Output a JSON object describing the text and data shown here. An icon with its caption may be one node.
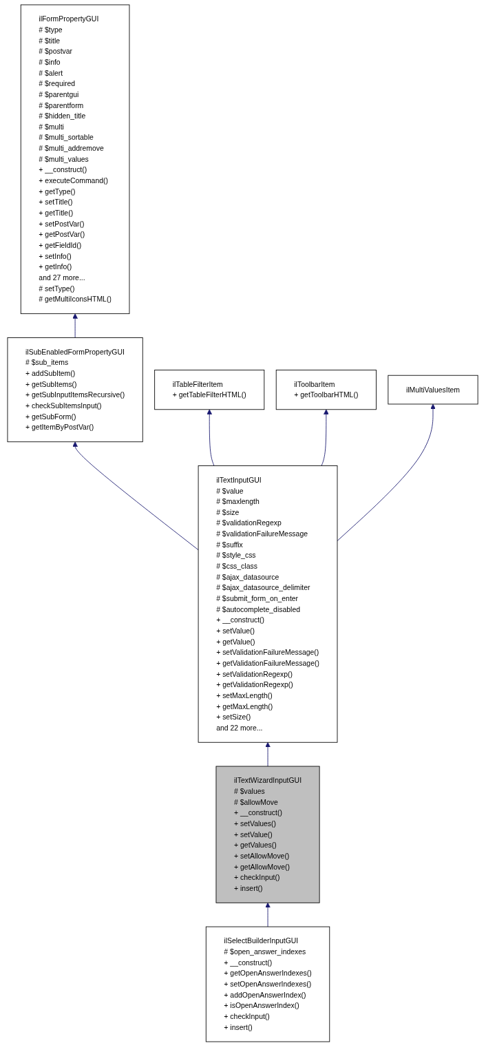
{
  "diagram": {
    "nodes": [
      {
        "text": [
          "ilFormPropertyGUI",
          "# $type",
          "# $title",
          "# $postvar",
          "# $info",
          "# $alert",
          "# $required",
          "# $parentgui",
          "# $parentform",
          "# $hidden_title",
          "# $multi",
          "# $multi_sortable",
          "# $multi_addremove",
          "# $multi_values",
          "+ __construct()",
          "+ executeCommand()",
          "+ getType()",
          "+ setTitle()",
          "+ getTitle()",
          "+ setPostVar()",
          "+ getPostVar()",
          "+ getFieldId()",
          "+ setInfo()",
          "+ getInfo()",
          "and 27 more...",
          "# setType()",
          "# getMultiIconsHTML()"
        ]
      },
      {
        "text": [
          "ilSubEnabledFormPropertyGUI",
          "# $sub_items",
          "+ addSubItem()",
          "+ getSubItems()",
          "+ getSubInputItemsRecursive()",
          "+ checkSubItemsInput()",
          "+ getSubForm()",
          "+ getItemByPostVar()"
        ]
      },
      {
        "text": [
          "ilTableFilterItem",
          "+ getTableFilterHTML()"
        ]
      },
      {
        "text": [
          "ilToolbarItem",
          "+ getToolbarHTML()"
        ]
      },
      {
        "text": [
          "ilMultiValuesItem"
        ]
      },
      {
        "text": [
          "ilTextInputGUI",
          "# $value",
          "# $maxlength",
          "# $size",
          "# $validationRegexp",
          "# $validationFailureMessage",
          "# $suffix",
          "# $style_css",
          "# $css_class",
          "# $ajax_datasource",
          "# $ajax_datasource_delimiter",
          "# $submit_form_on_enter",
          "# $autocomplete_disabled",
          "+ __construct()",
          "+ setValue()",
          "+ getValue()",
          "+ setValidationFailureMessage()",
          "+ getValidationFailureMessage()",
          "+ setValidationRegexp()",
          "+ getValidationRegexp()",
          "+ setMaxLength()",
          "+ getMaxLength()",
          "+ setSize()",
          "and 22 more..."
        ]
      },
      {
        "text": [
          "ilTextWizardInputGUI",
          "# $values",
          "# $allowMove",
          "+ __construct()",
          "+ setValues()",
          "+ setValue()",
          "+ getValues()",
          "+ setAllowMove()",
          "+ getAllowMove()",
          "+ checkInput()",
          "+ insert()"
        ]
      },
      {
        "text": [
          "ilSelectBuilderInputGUI",
          "# $open_answer_indexes",
          "+ __construct()",
          "+ getOpenAnswerIndexes()",
          "+ setOpenAnswerIndexes()",
          "+ addOpenAnswerIndex()",
          "+ isOpenAnswerIndex()",
          "+ checkInput()",
          "+ insert()"
        ]
      }
    ],
    "edges": [
      {
        "from": 1,
        "to": 0,
        "arrow": "to"
      },
      {
        "from": 5,
        "to": 1,
        "arrow": "to"
      },
      {
        "from": 5,
        "to": 2,
        "arrow": "to"
      },
      {
        "from": 5,
        "to": 3,
        "arrow": "to"
      },
      {
        "from": 5,
        "to": 4,
        "arrow": "to"
      },
      {
        "from": 6,
        "to": 5,
        "arrow": "to"
      },
      {
        "from": 7,
        "to": 6,
        "arrow": "to"
      }
    ]
  }
}
